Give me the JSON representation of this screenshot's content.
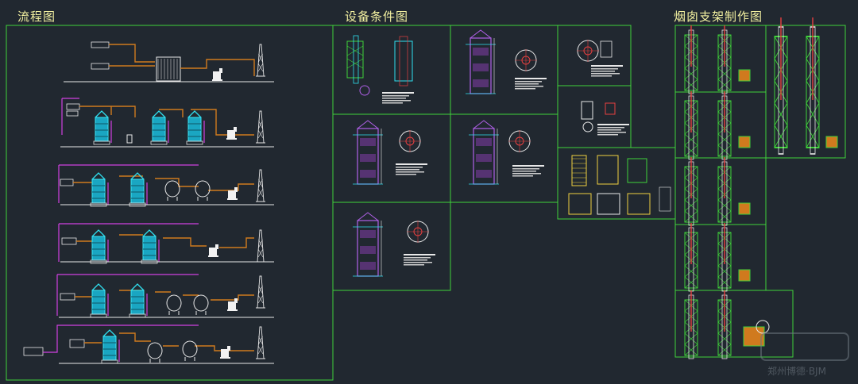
{
  "sections": {
    "flow": "流程图",
    "equipment": "设备条件图",
    "chimney": "烟囱支架制作图"
  },
  "watermark": {
    "text": "郑州博德·BJM"
  },
  "colors": {
    "background": "#212830",
    "frame": "#3fd23a",
    "title": "#f2f0a0",
    "pipe": "#d07a1e",
    "tower": "#30e0f0",
    "accent": "#d040e0"
  }
}
